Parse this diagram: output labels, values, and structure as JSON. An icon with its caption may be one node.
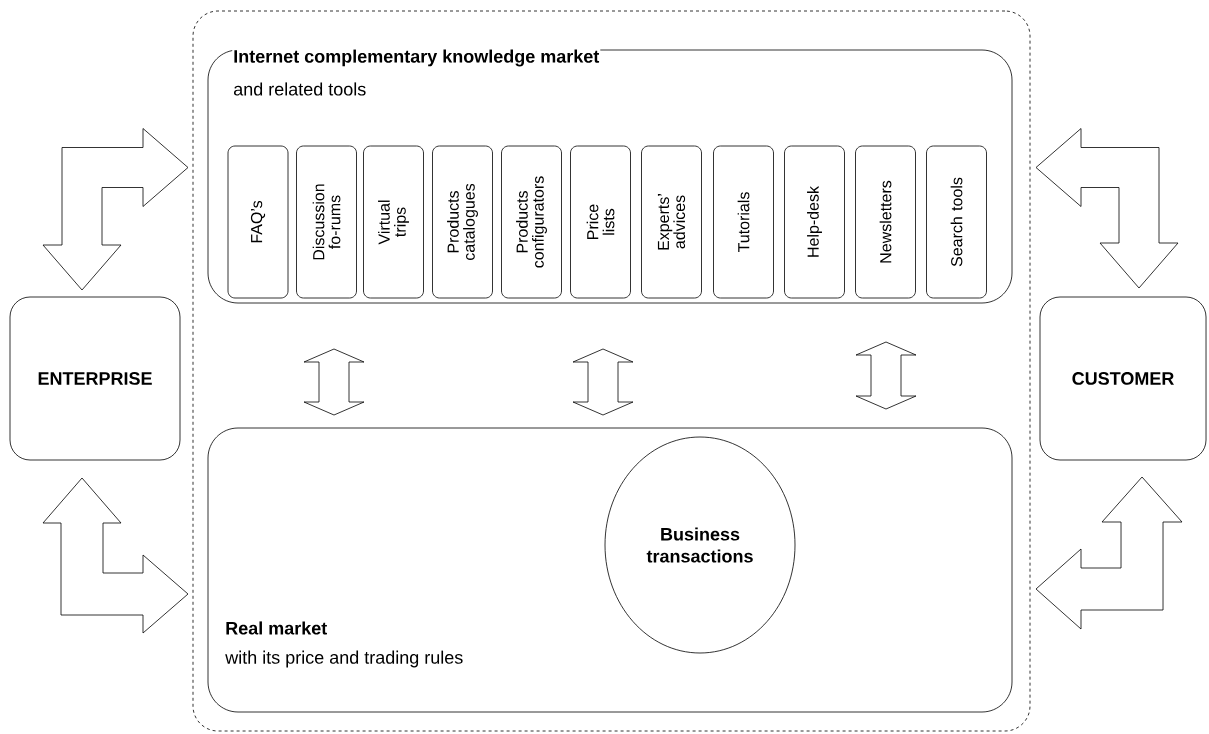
{
  "diagram": {
    "nodes": [
      {
        "text": [],
        "shape": "box"
      },
      {
        "text": [
          "Internet complementary knowledge market",
          "and related tools"
        ],
        "in": 0
      },
      {
        "text": [
          "FAQ’s"
        ],
        "in": 1
      },
      {
        "text": [
          "Discussion fo-rums"
        ],
        "in": 1
      },
      {
        "text": [
          "Virtual trips"
        ],
        "in": 1
      },
      {
        "text": [
          "Products catalogues"
        ],
        "in": 1
      },
      {
        "text": [
          "Products configurators"
        ],
        "in": 1
      },
      {
        "text": [
          "Price lists"
        ],
        "in": 1
      },
      {
        "text": [
          "Experts’ advices"
        ],
        "in": 1
      },
      {
        "text": [
          "Tutorials"
        ],
        "in": 1
      },
      {
        "text": [
          "Help-desk"
        ],
        "in": 1
      },
      {
        "text": [
          "Newsletters"
        ],
        "in": 1
      },
      {
        "text": [
          "Search tools"
        ],
        "in": 1
      },
      {
        "text": [
          "ENTERPRISE"
        ]
      },
      {
        "text": [
          "CUSTOMER"
        ]
      },
      {
        "text": [
          "Real market",
          "with its price and trading rules"
        ],
        "in": 0
      },
      {
        "text": [
          "Business transactions"
        ],
        "in": 15
      }
    ],
    "edges": [
      {
        "from": 13,
        "to": 1,
        "arrow": "both"
      },
      {
        "from": 13,
        "to": 15,
        "arrow": "both"
      },
      {
        "from": 14,
        "to": 1,
        "arrow": "both"
      },
      {
        "from": 14,
        "to": 15,
        "arrow": "both"
      },
      {
        "from": 1,
        "to": 15,
        "arrow": "both"
      },
      {
        "from": 1,
        "to": 15,
        "arrow": "both"
      },
      {
        "from": 1,
        "to": 15,
        "arrow": "both"
      }
    ]
  }
}
